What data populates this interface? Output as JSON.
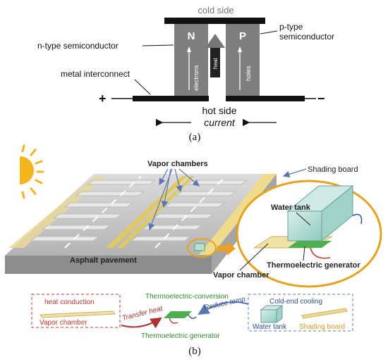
{
  "panel_a": {
    "cold_side": "cold side",
    "n_letter": "N",
    "p_letter": "P",
    "n_label": "n-type semiconductor",
    "p_label_line1": "p-type",
    "p_label_line2": "semiconductor",
    "metal_label": "metal interconnect",
    "electrons": "electrons",
    "holes": "holes",
    "heat": "heat",
    "plus": "+",
    "minus": "−",
    "hot_side": "hot side",
    "current": "current",
    "caption": "(a)"
  },
  "panel_b": {
    "vapor_chambers": "Vapor chambers",
    "shading_board": "Shading board",
    "water_tank": "Water tank",
    "asphalt": "Asphalt pavement",
    "vapor_chamber": "Vapor chamber",
    "teg": "Thermoelectric generator",
    "flow": {
      "heat_conduction": "heat conduction",
      "vapor_chamber_box": "Vapor chamber",
      "transfer_heat": "Transfer heat",
      "thermo_conversion": "Thermoelectric-conversion",
      "reduce_temp": "Reduce temp.",
      "teg_label": "Thermoelectric generator",
      "cold_end": "Cold-end cooling",
      "water_tank_box": "Water tank",
      "shading_board_box": "Shading board"
    },
    "caption": "(b)"
  },
  "colors": {
    "semiconductor": "#7f7f7f",
    "plate": "#111111",
    "heat_red": "#b03030",
    "asphalt": "#9a9a9a",
    "vapor_yellow": "#e8d89a",
    "teg_green": "#4caf50",
    "water_blue": "#b8dfd8",
    "sun": "#f3b51c",
    "dashed_red": "#c0392b",
    "dashed_blue": "#5b7ec9",
    "green_text": "#2e8b2e",
    "shading_text": "#d69b1e"
  }
}
